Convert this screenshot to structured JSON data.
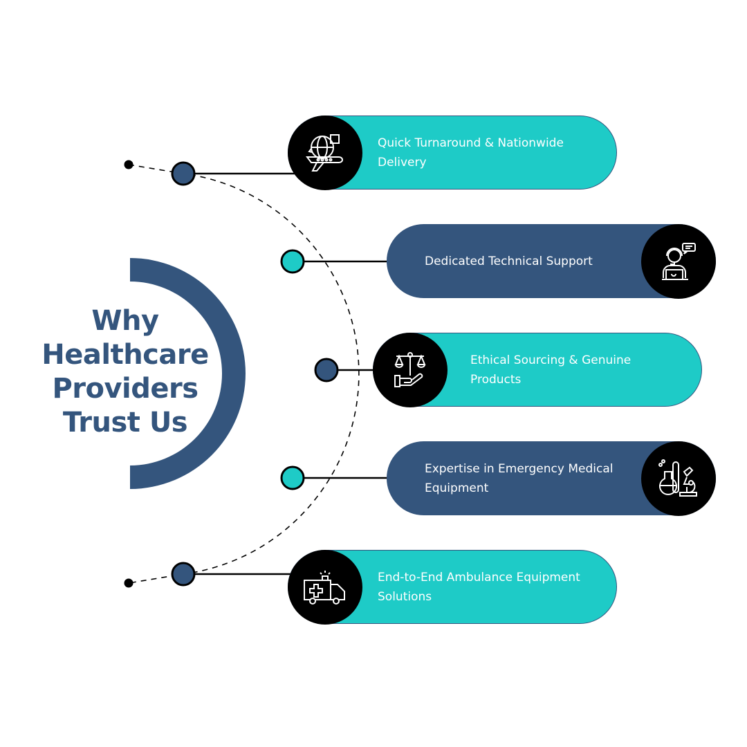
{
  "title": {
    "lines": [
      "Why",
      "Healthcare",
      "Providers",
      "Trust Us"
    ]
  },
  "colors": {
    "teal": "#1ECBC7",
    "navy": "#34557D",
    "black": "#000000"
  },
  "items": [
    {
      "label": "Quick Turnaround & Nationwide Delivery",
      "icon": "globe-airplane-delivery-icon",
      "color": "teal"
    },
    {
      "label": "Dedicated Technical Support",
      "icon": "support-agent-icon",
      "color": "navy"
    },
    {
      "label": "Ethical Sourcing & Genuine Products",
      "icon": "scales-in-hand-icon",
      "color": "teal"
    },
    {
      "label": "Expertise in Emergency Medical Equipment",
      "icon": "lab-flask-microscope-icon",
      "color": "navy"
    },
    {
      "label": "End-to-End Ambulance Equipment Solutions",
      "icon": "ambulance-icon",
      "color": "teal"
    }
  ]
}
